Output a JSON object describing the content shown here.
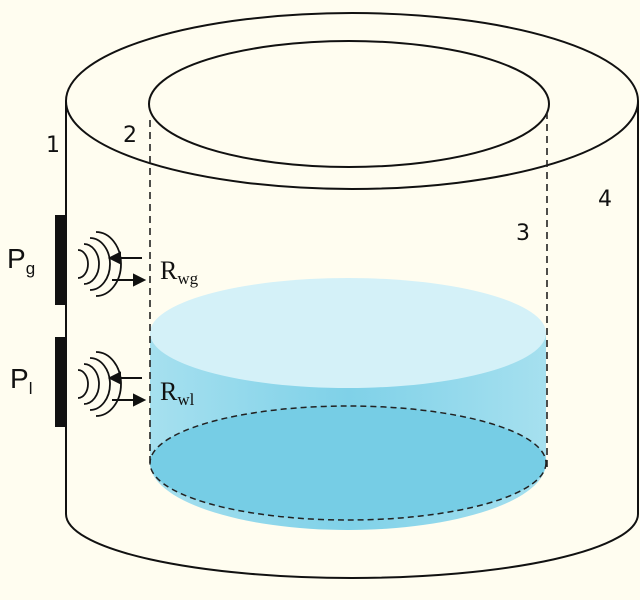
{
  "labels": {
    "outer_wall": "1",
    "inner_boundary_near": "2",
    "inner_boundary_far": "3",
    "outer_wall_far": "4"
  },
  "sensors": [
    {
      "main": "P",
      "sub": "g"
    },
    {
      "main": "P",
      "sub": "l"
    }
  ],
  "reflections": [
    {
      "main": "R",
      "sub": "wg"
    },
    {
      "main": "R",
      "sub": "wl"
    }
  ],
  "colors": {
    "liquid_top": "#d8f3f9",
    "liquid_side": "#9fdcec",
    "liquid_bottom": "#79cfe6",
    "outline": "#111111",
    "background": "#fffdf0"
  }
}
